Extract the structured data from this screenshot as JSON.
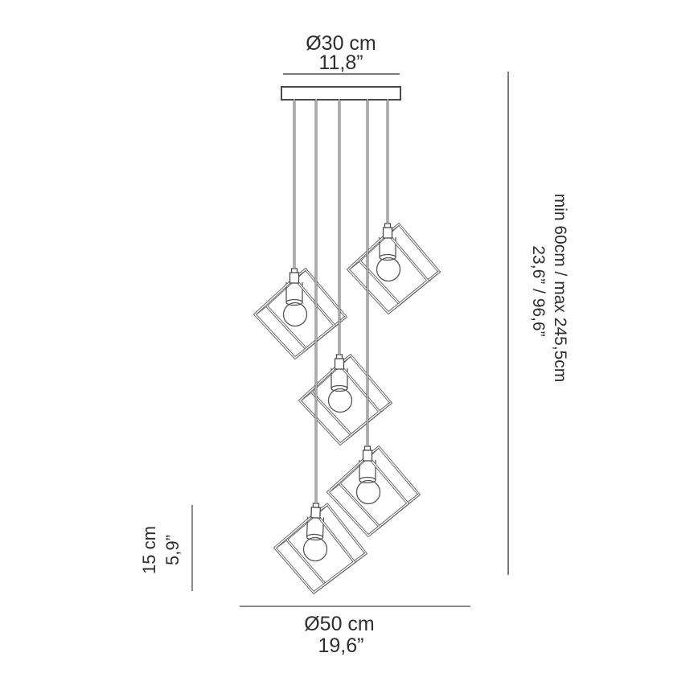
{
  "diagram": {
    "kind": "pendant-lamp-dimension-drawing",
    "lights_count": 5,
    "labels": {
      "top": {
        "line1": "Ø30 cm",
        "line2": "11,8”"
      },
      "right": {
        "line1": "min 60cm / max 245,5cm",
        "line2": "23,6” / 96,6”"
      },
      "left": {
        "line1": "15 cm",
        "line2": "5,9”"
      },
      "bottom": {
        "line1": "Ø50 cm",
        "line2": "19,6”"
      }
    },
    "colors": {
      "background": "#ffffff",
      "outline": "#4a4a4a",
      "cage": "#5f5f5f",
      "dimension_line_light": "#8a8a8a",
      "text": "#2e2e2e"
    }
  }
}
